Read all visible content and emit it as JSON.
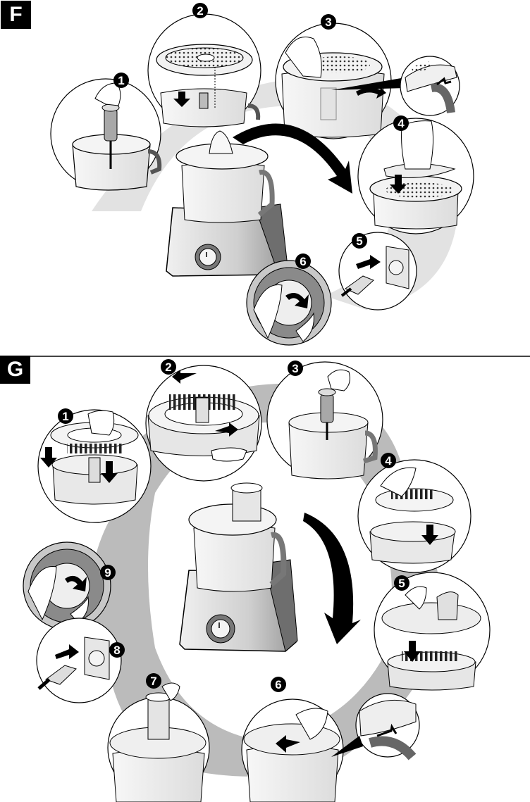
{
  "sections": [
    {
      "label": "F",
      "steps": [
        {
          "number": "1",
          "action": "insert-drive-shaft"
        },
        {
          "number": "2",
          "action": "place-citrus-sieve"
        },
        {
          "number": "3",
          "action": "lock-sieve-rotate"
        },
        {
          "number": "4",
          "action": "place-press-cone"
        },
        {
          "number": "5",
          "action": "plug-in"
        },
        {
          "number": "6",
          "action": "turn-rotary-switch"
        }
      ]
    },
    {
      "label": "G",
      "steps": [
        {
          "number": "1",
          "action": "assemble-grater-ring"
        },
        {
          "number": "2",
          "action": "lock-grater"
        },
        {
          "number": "3",
          "action": "insert-drive-shaft"
        },
        {
          "number": "4",
          "action": "place-grater-disc"
        },
        {
          "number": "5",
          "action": "place-lid"
        },
        {
          "number": "6",
          "action": "lock-lid-rotate"
        },
        {
          "number": "7",
          "action": "insert-pusher"
        },
        {
          "number": "8",
          "action": "plug-in"
        },
        {
          "number": "9",
          "action": "turn-rotary-switch"
        }
      ]
    }
  ],
  "colors": {
    "ink": "#000000",
    "shadow": "#b4b4b4",
    "appliance_dark": "#6e6e6e",
    "appliance_light": "#d8d8d8",
    "bowl": "#ececec"
  },
  "icons": [
    "curved-arrow-icon",
    "down-arrow-icon",
    "plug-icon",
    "socket-icon",
    "hand-icon"
  ]
}
